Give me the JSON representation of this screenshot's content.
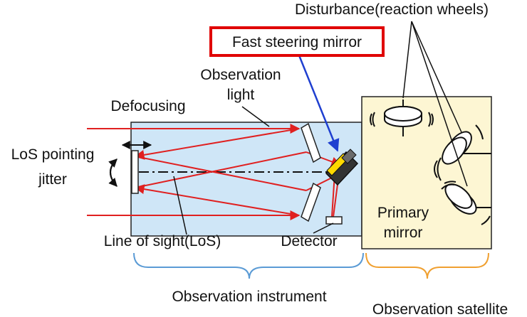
{
  "labels": {
    "disturbance": "Disturbance(reaction wheels)",
    "fast_steering_mirror": "Fast steering mirror",
    "observation_light_line1": "Observation",
    "observation_light_line2": "light",
    "defocusing": "Defocusing",
    "los_jitter_line1": "LoS pointing",
    "los_jitter_line2": "jitter",
    "line_of_sight": "Line of sight(LoS)",
    "detector": "Detector",
    "primary_mirror_line1": "Primary",
    "primary_mirror_line2": "mirror",
    "observation_instrument": "Observation instrument",
    "observation_satellite": "Observation satellite"
  },
  "colors": {
    "instrument_fill": "#cfe6f7",
    "satellite_fill": "#fdf6d3",
    "light_rays": "#e02020",
    "fsm_pointer": "#1f3fd0",
    "highlight_box": "#e00000",
    "instrument_brace": "#5b9bd5",
    "satellite_brace": "#f0a030"
  }
}
